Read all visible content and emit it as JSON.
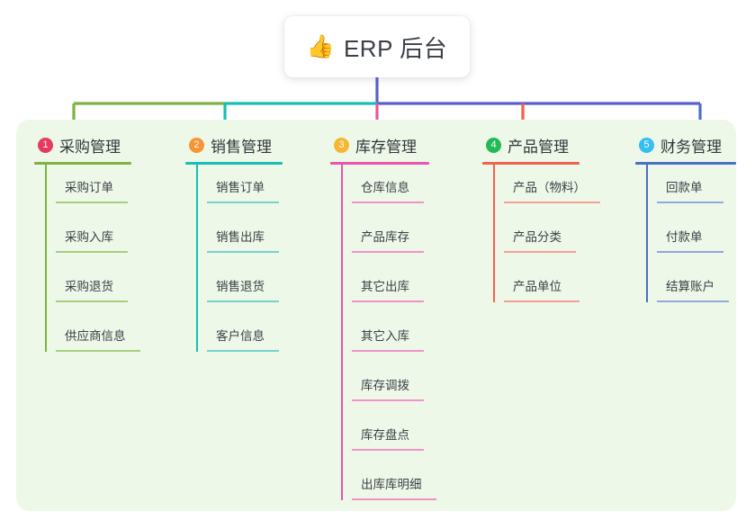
{
  "root": {
    "icon": "thumbs-up-icon",
    "icon_glyph": "👍",
    "title": "ERP 后台"
  },
  "panel": {
    "background": "#eef8e9"
  },
  "theme": {
    "trunk_color": "#5a5fcf",
    "canvas_background": "#ffffff",
    "text_color": "#3d4046"
  },
  "columns": [
    {
      "number": "1",
      "title": "采购管理",
      "badge_color": "#e83a5f",
      "rule_color": "#7cb342",
      "item_rule_color": "#a5cf7e",
      "connector_color": "#7cb342",
      "items": [
        {
          "label": "采购订单",
          "rule_width": 80
        },
        {
          "label": "采购入库",
          "rule_width": 80
        },
        {
          "label": "采购退货",
          "rule_width": 80
        },
        {
          "label": "供应商信息",
          "rule_width": 94
        }
      ]
    },
    {
      "number": "2",
      "title": "销售管理",
      "badge_color": "#f79433",
      "rule_color": "#17bfb4",
      "item_rule_color": "#77d2cb",
      "connector_color": "#17bfb4",
      "items": [
        {
          "label": "销售订单",
          "rule_width": 80
        },
        {
          "label": "销售出库",
          "rule_width": 80
        },
        {
          "label": "销售退货",
          "rule_width": 80
        },
        {
          "label": "客户信息",
          "rule_width": 80
        }
      ]
    },
    {
      "number": "3",
      "title": "库存管理",
      "badge_color": "#f5b731",
      "rule_color": "#e855ac",
      "item_rule_color": "#f093c8",
      "connector_color": "#e8559e",
      "items": [
        {
          "label": "仓库信息",
          "rule_width": 80
        },
        {
          "label": "产品库存",
          "rule_width": 80
        },
        {
          "label": "其它出库",
          "rule_width": 80
        },
        {
          "label": "其它入库",
          "rule_width": 80
        },
        {
          "label": "库存调拨",
          "rule_width": 80
        },
        {
          "label": "库存盘点",
          "rule_width": 80
        },
        {
          "label": "出库库明细",
          "rule_width": 94
        }
      ]
    },
    {
      "number": "4",
      "title": "产品管理",
      "badge_color": "#22bb55",
      "rule_color": "#f1614f",
      "item_rule_color": "#f5a096",
      "connector_color": "#f1614f",
      "items": [
        {
          "label": "产品（物料）",
          "rule_width": 107
        },
        {
          "label": "产品分类",
          "rule_width": 80
        },
        {
          "label": "产品单位",
          "rule_width": 84
        }
      ]
    },
    {
      "number": "5",
      "title": "财务管理",
      "badge_color": "#36bdf2",
      "rule_color": "#4a6fc4",
      "item_rule_color": "#90a8dd",
      "connector_color": "#4a6fc4",
      "items": [
        {
          "label": "回款单",
          "rule_width": 74
        },
        {
          "label": "付款单",
          "rule_width": 74
        },
        {
          "label": "结算账户",
          "rule_width": 80
        }
      ]
    }
  ]
}
